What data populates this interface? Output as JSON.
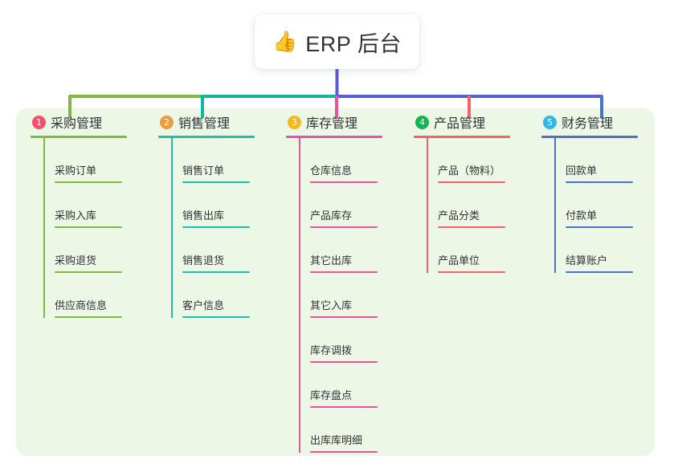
{
  "root": {
    "icon": "thumbs-up-icon",
    "icon_glyph": "👍",
    "title": "ERP 后台"
  },
  "colors": {
    "panel_background": "#edf7e6",
    "page_background": "#ffffff",
    "text": "#2f3338",
    "bus_green": "#7fb844",
    "bus_teal": "#12b5a0",
    "bus_purple": "#5b5bd6",
    "drop_pink": "#e2569e",
    "drop_red": "#f4616a",
    "drop_blue": "#4a72c8"
  },
  "columns": [
    {
      "number": "1",
      "badge_color": "#f2506e",
      "line_color": "#7fb844",
      "drop_color": "#7fb844",
      "title": "采购管理",
      "items": [
        {
          "label": "采购订单"
        },
        {
          "label": "采购入库"
        },
        {
          "label": "采购退货"
        },
        {
          "label": "供应商信息"
        }
      ]
    },
    {
      "number": "2",
      "badge_color": "#f09a3e",
      "line_color": "#23bdb0",
      "drop_color": "#12b5a0",
      "title": "销售管理",
      "items": [
        {
          "label": "销售订单"
        },
        {
          "label": "销售出库"
        },
        {
          "label": "销售退货"
        },
        {
          "label": "客户信息"
        }
      ]
    },
    {
      "number": "3",
      "badge_color": "#f5b722",
      "line_color": "#e2569e",
      "drop_color": "#e2569e",
      "title": "库存管理",
      "items": [
        {
          "label": "仓库信息"
        },
        {
          "label": "产品库存"
        },
        {
          "label": "其它出库"
        },
        {
          "label": "其它入库"
        },
        {
          "label": "库存调拨"
        },
        {
          "label": "库存盘点"
        },
        {
          "label": "出库库明细"
        }
      ]
    },
    {
      "number": "4",
      "badge_color": "#14b356",
      "line_color": "#f4616a",
      "drop_color": "#f4616a",
      "title": "产品管理",
      "items": [
        {
          "label": "产品（物料）"
        },
        {
          "label": "产品分类"
        },
        {
          "label": "产品单位"
        }
      ]
    },
    {
      "number": "5",
      "badge_color": "#2db8e8",
      "line_color": "#4a72c8",
      "drop_color": "#4a72c8",
      "title": "财务管理",
      "items": [
        {
          "label": "回款单"
        },
        {
          "label": "付款单"
        },
        {
          "label": "结算账户"
        }
      ]
    }
  ]
}
